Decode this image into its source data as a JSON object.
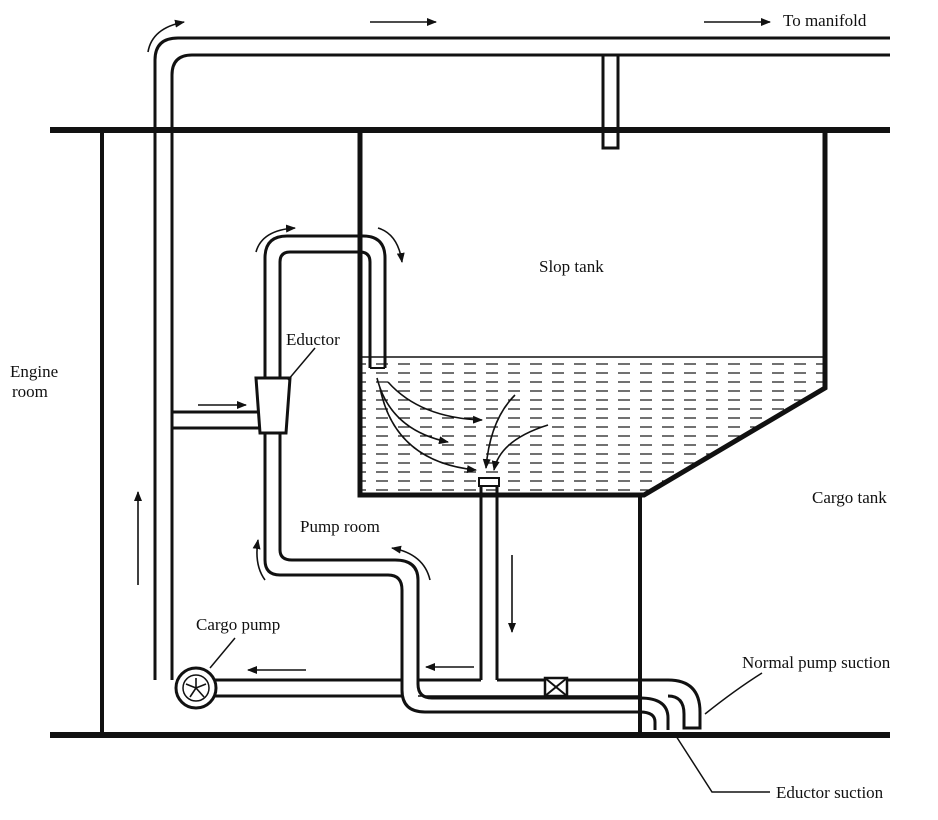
{
  "labels": {
    "to_manifold": "To manifold",
    "slop_tank": "Slop tank",
    "eductor": "Eductor",
    "engine_room_line1": "Engine",
    "engine_room_line2": "room",
    "cargo_tank": "Cargo tank",
    "pump_room": "Pump room",
    "cargo_pump": "Cargo pump",
    "normal_pump_suction": "Normal pump suction",
    "eductor_suction": "Eductor suction"
  },
  "colors": {
    "ink": "#111111",
    "paper": "#ffffff"
  }
}
